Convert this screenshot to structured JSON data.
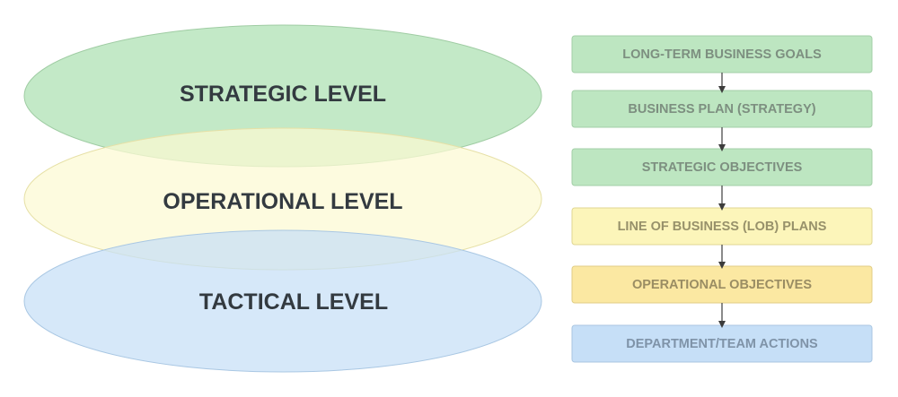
{
  "levels": [
    {
      "label": "STRATEGIC LEVEL",
      "fill": "#b9e5bd",
      "stroke": "#9fcca3"
    },
    {
      "label": "OPERATIONAL LEVEL",
      "fill": "#fcf9d2",
      "stroke": "#e6e0a6"
    },
    {
      "label": "TACTICAL LEVEL",
      "fill": "#c6dff7",
      "stroke": "#a9c7e3"
    }
  ],
  "steps": [
    {
      "label": "LONG-TERM BUSINESS GOALS",
      "fill": "#bde6c1",
      "stroke": "#a3cfa7",
      "text_color": "#7d8f80"
    },
    {
      "label": "BUSINESS PLAN (STRATEGY)",
      "fill": "#bde6c1",
      "stroke": "#a3cfa7",
      "text_color": "#7d8f80"
    },
    {
      "label": "STRATEGIC OBJECTIVES",
      "fill": "#bde6c1",
      "stroke": "#a3cfa7",
      "text_color": "#7d8f80"
    },
    {
      "label": "LINE OF BUSINESS (LOB) PLANS",
      "fill": "#fcf5ba",
      "stroke": "#e0d692",
      "text_color": "#97916a"
    },
    {
      "label": "OPERATIONAL OBJECTIVES",
      "fill": "#fbe8a2",
      "stroke": "#e0cd85",
      "text_color": "#9a8d63"
    },
    {
      "label": "DEPARTMENT/TEAM ACTIONS",
      "fill": "#c6dff7",
      "stroke": "#a9c6e2",
      "text_color": "#7f93a8"
    }
  ],
  "arrow_color": "#3c3c3c"
}
